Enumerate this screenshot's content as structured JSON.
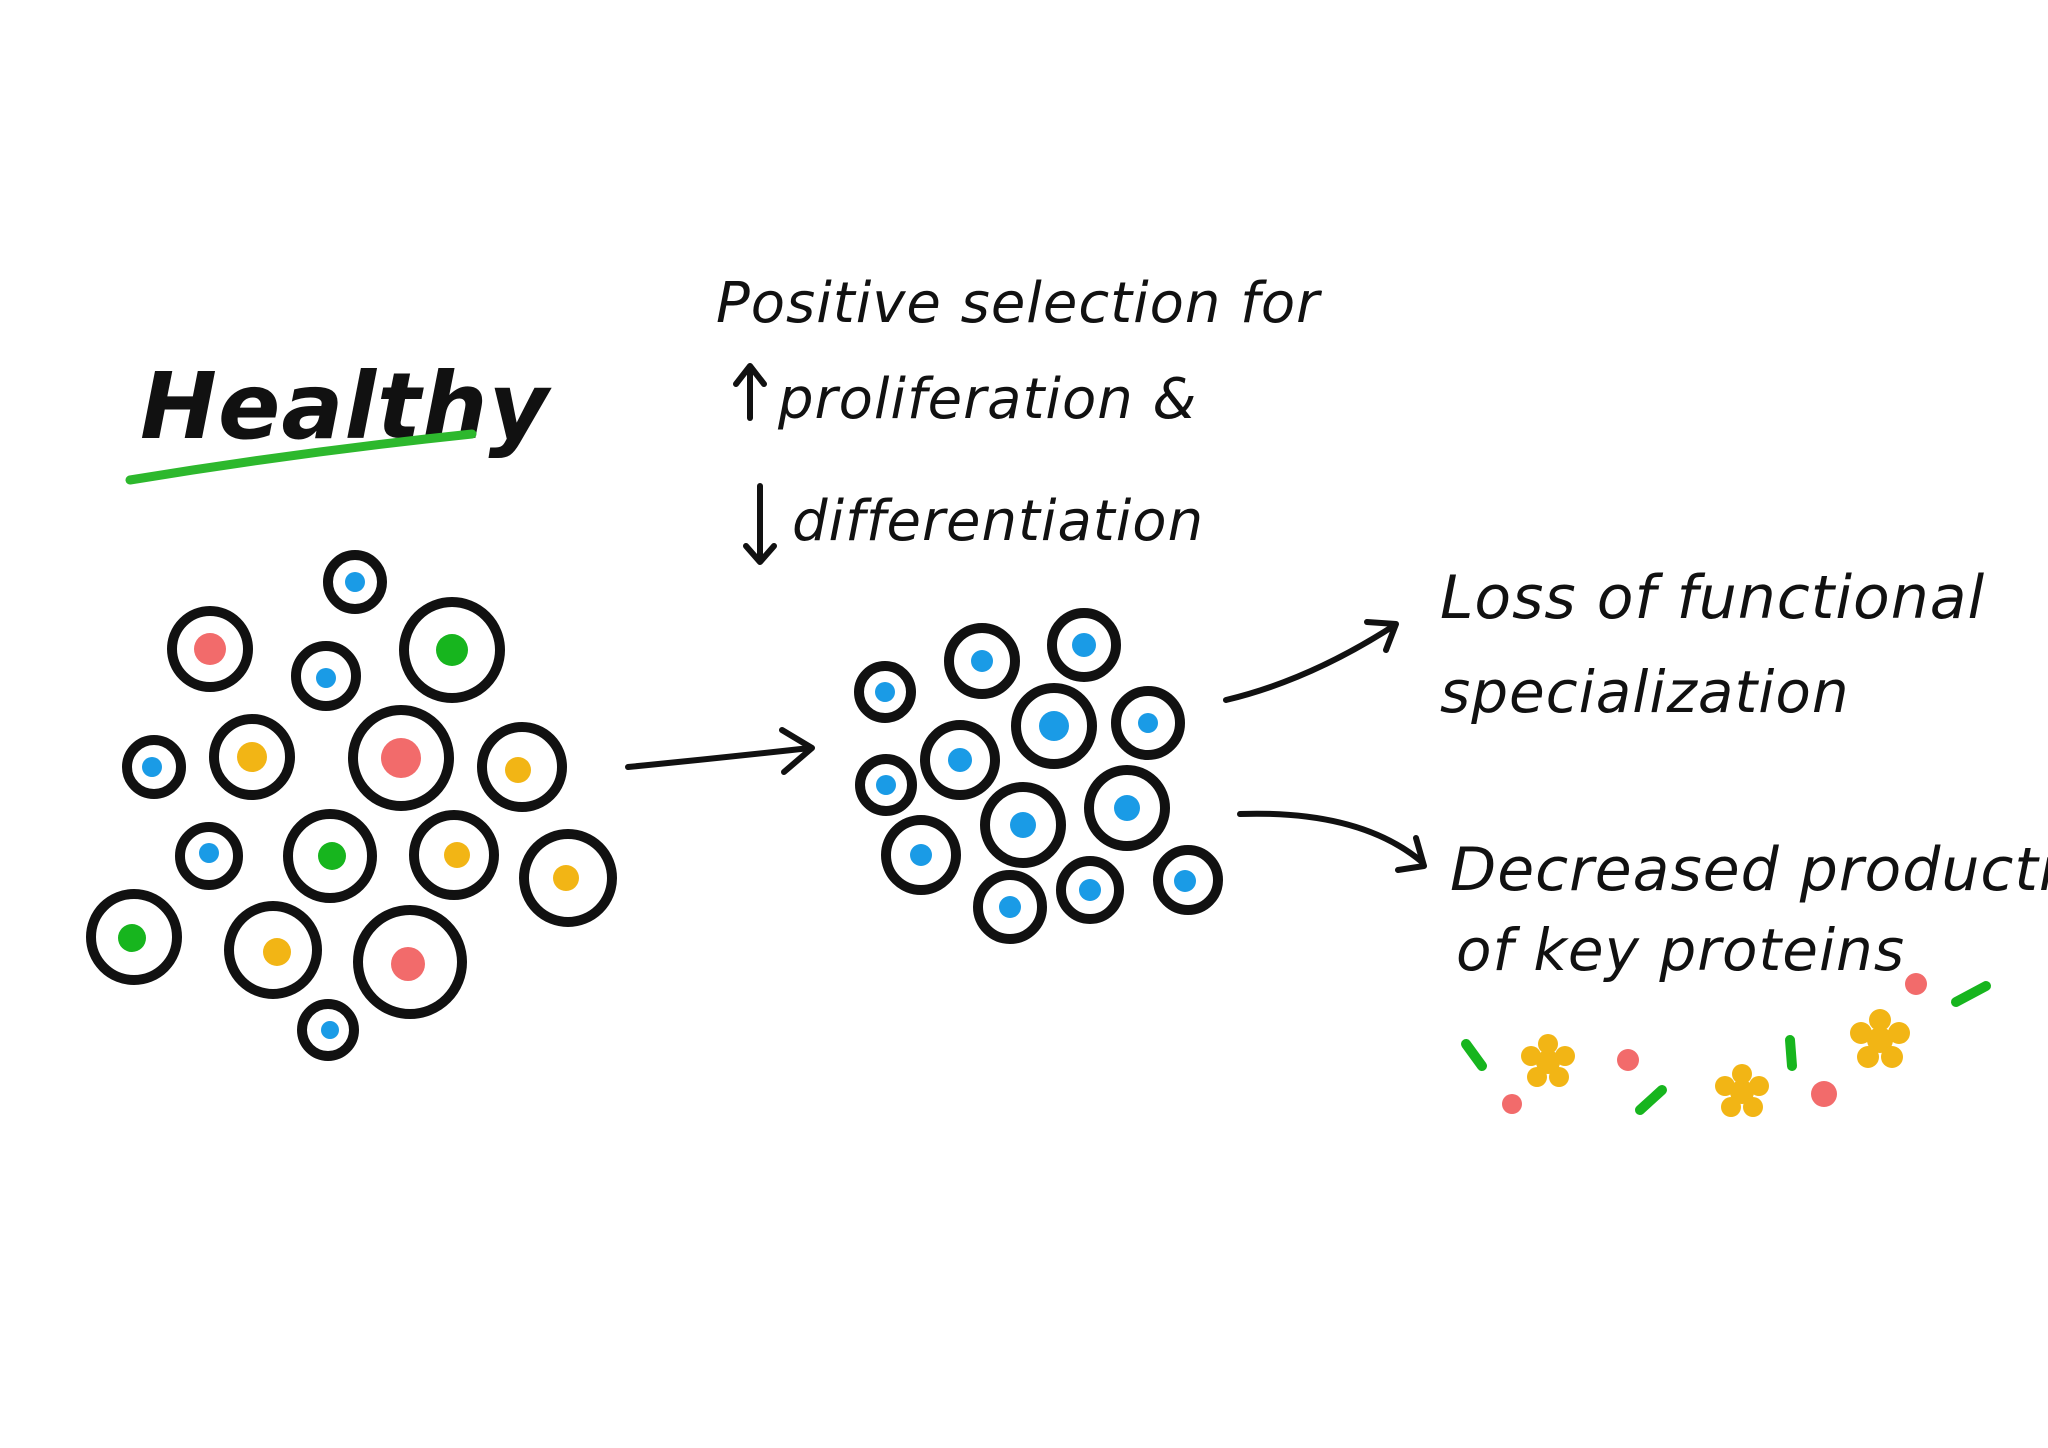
{
  "labels": {
    "healthy": "Healthy",
    "selection_line1": "Positive selection for",
    "selection_line2": "proliferation &",
    "selection_line3": "differentiation",
    "outcome1_line1": "Loss of functional",
    "outcome1_line2": "specialization",
    "outcome2_line1": "Decreased production",
    "outcome2_line2": "of key proteins"
  },
  "icons": {
    "up_arrow": "up-arrow-icon",
    "down_arrow": "down-arrow-icon"
  },
  "colors": {
    "ink": "#111111",
    "underline": "#2db82d",
    "nucleus_blue": "#1a9be6",
    "nucleus_red": "#f26b6b",
    "nucleus_green": "#17b51e",
    "nucleus_yellow": "#f2b515"
  }
}
